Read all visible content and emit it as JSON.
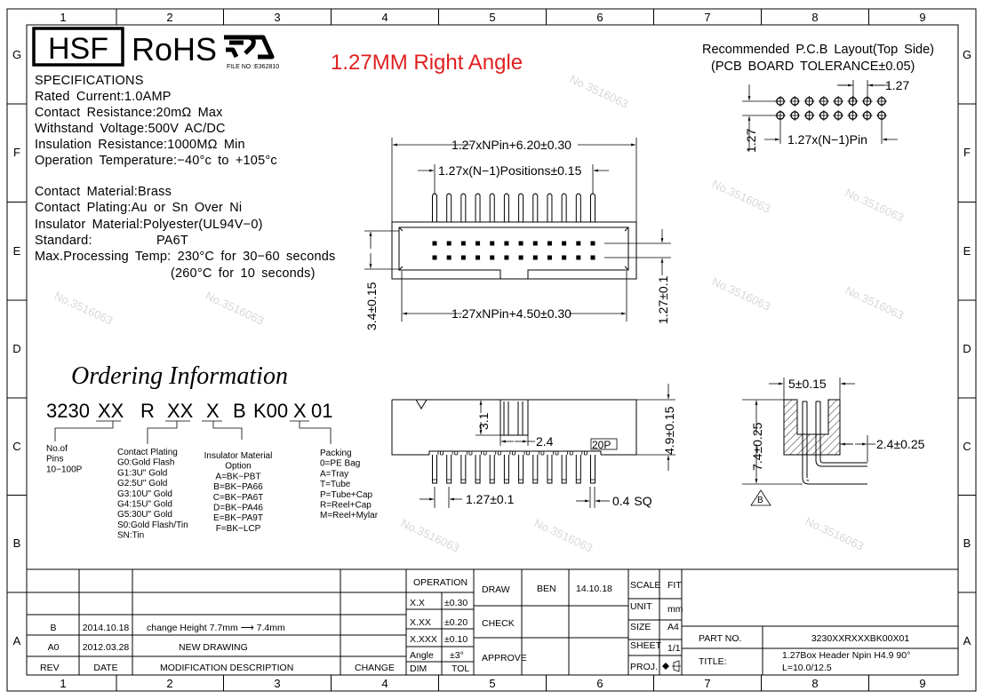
{
  "grid": {
    "columns": [
      "1",
      "2",
      "3",
      "4",
      "5",
      "6",
      "7",
      "8",
      "9"
    ],
    "rows": [
      "G",
      "F",
      "E",
      "D",
      "C",
      "B",
      "A"
    ]
  },
  "watermark": "No.3516063",
  "header": {
    "logo": "HSF",
    "rohs": "RoHS",
    "ul_file": "FILE NO :E362810",
    "title": "1.27MM  Right Angle",
    "title_color": "#e02020"
  },
  "specs": {
    "heading": "SPECIFICATIONS",
    "lines": [
      "Rated Current:1.0AMP",
      "Contact Resistance:20mΩ Max",
      "Withstand Voltage:500V AC/DC",
      "Insulation Resistance:1000MΩ Min",
      "Operation Temperature:−40°c to +105°c",
      "Contact Material:Brass",
      "Contact Plating:Au or Sn Over Ni",
      "Insulator Material:Polyester(UL94V−0)",
      "Standard:          PA6T",
      "Max.Processing Temp: 230°C for 30−60 seconds",
      "(260°C for 10 seconds)"
    ]
  },
  "ordering": {
    "title": "Ordering Information",
    "code": [
      "3230",
      "XX",
      "R",
      "XX",
      "X",
      "B",
      "K00",
      "X",
      "01"
    ],
    "pins_label": [
      "No.of",
      "Pins",
      "10−100P"
    ],
    "plating_label": [
      "Contact Plating",
      "G0:Gold Flash",
      "G1:3U\" Gold",
      "G2:5U\" Gold",
      "G3:10U\" Gold",
      "G4:15U\" Gold",
      "G5:30U\" Gold",
      "S0:Gold Flash/Tin",
      "SN:Tin"
    ],
    "insulator_label": [
      "Insulator Material",
      "Option",
      "A=BK−PBT",
      "B=BK−PA66",
      "C=BK−PA6T",
      "D=BK−PA46",
      "E=BK−PA9T",
      "F=BK−LCP"
    ],
    "packing_label": [
      "Packing",
      "0=PE Bag",
      "A=Tray",
      "T=Tube",
      "P=Tube+Cap",
      "R=Reel+Cap",
      "M=Reel+Mylar"
    ]
  },
  "pcb": {
    "title": "Recommended P.C.B Layout(Top Side)",
    "tolerance": "(PCB BOARD TOLERANCE±0.05)",
    "pitch": "1.27",
    "row_pitch": "1.27",
    "span": "1.27x(N−1)Pin"
  },
  "top_view": {
    "overall": "1.27xNPin+6.20±0.30",
    "positions": "1.27x(N−1)Positions±0.15",
    "inner": "1.27xNPin+4.50±0.30",
    "depth": "3.4±0.15",
    "row_pitch": "1.27±0.1"
  },
  "side_view": {
    "window": "3.1",
    "window_width": "2.4",
    "pin_count": "20P",
    "height": "4.9±0.15",
    "pitch": "1.27±0.1",
    "pin_size": "0.4 SQ"
  },
  "section_view": {
    "width": "5±0.15",
    "height": "7.4±0.25",
    "offset": "2.4±0.25",
    "rev_mark": "B"
  },
  "title_block": {
    "revisions": [
      {
        "rev": "B",
        "date": "2014.10.18",
        "desc": "change Height 7.7mm ⟶ 7.4mm"
      },
      {
        "rev": "A0",
        "date": "2012.03.28",
        "desc": "NEW DRAWING"
      }
    ],
    "headers": {
      "rev": "REV",
      "date": "DATE",
      "desc": "MODIFICATION DESCRIPTION",
      "change": "CHANGE"
    },
    "operation": "OPERATION",
    "tolerances": [
      {
        "dim": "X.X",
        "tol": "±0.30"
      },
      {
        "dim": "X.XX",
        "tol": "±0.20"
      },
      {
        "dim": "X.XXX",
        "tol": "±0.10"
      },
      {
        "dim": "Angle",
        "tol": "±3°"
      }
    ],
    "dim_header": "DIM",
    "tol_header": "TOL",
    "draw": "DRAW",
    "drawer": "BEN",
    "draw_date": "14.10.18",
    "check": "CHECK",
    "approve": "APPROVE",
    "scale_label": "SCALE",
    "scale": "FIT",
    "unit_label": "UNIT",
    "unit": "mm",
    "size_label": "SIZE",
    "size": "A4",
    "sheet_label": "SHEET",
    "sheet": "1/1",
    "proj_label": "PROJ.",
    "part_no_label": "PART NO.",
    "part_no": "3230XXRXXXBK00X01",
    "title_label": "TITLE:",
    "title_line1": "1.27Box Header Npin H4.9 90°",
    "title_line2": "L=10.0/12.5"
  }
}
